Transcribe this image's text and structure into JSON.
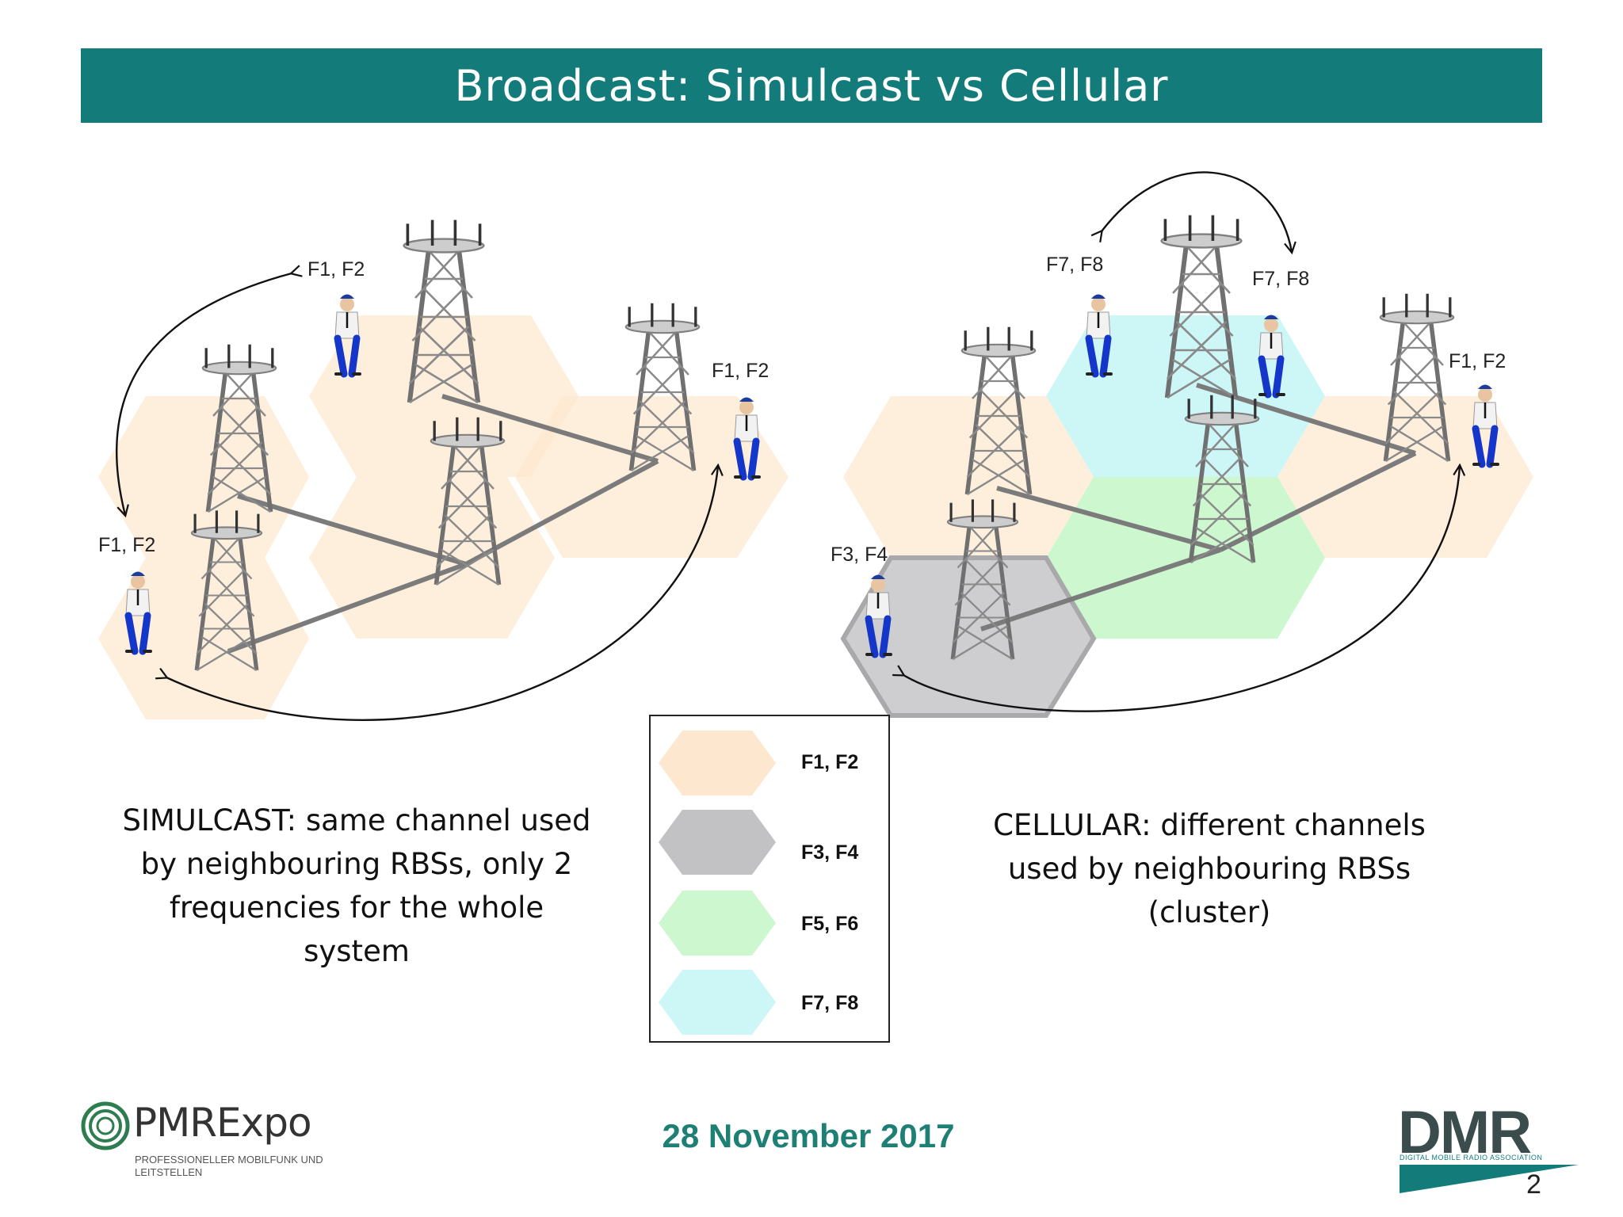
{
  "title": "Broadcast: Simulcast vs Cellular",
  "left_diagram": {
    "labels": [
      "F1, F2",
      "F1, F2",
      "F1, F2"
    ],
    "caption_lines": [
      "SIMULCAST: same channel used",
      "by neighbouring RBSs, only 2",
      "frequencies for the whole",
      "system"
    ]
  },
  "right_diagram": {
    "labels": [
      "F7, F8",
      "F7, F8",
      "F1, F2",
      "F3, F4"
    ],
    "caption_lines": [
      "CELLULAR: different channels",
      "used by neighbouring RBSs",
      "(cluster)"
    ]
  },
  "legend": [
    {
      "label": "F1, F2",
      "color": "#fde8cf"
    },
    {
      "label": "F3, F4",
      "color": "#c2c2c4"
    },
    {
      "label": "F5, F6",
      "color": "#cdf7cf"
    },
    {
      "label": "F7, F8",
      "color": "#cdf6f7"
    }
  ],
  "footer": {
    "date": "28 November 2017",
    "pmr_logo": "PMRExpo",
    "pmr_subtitle": "PROFESSIONELLER MOBILFUNK UND LEITSTELLEN",
    "dmr_logo": "DMR",
    "dmr_subtitle": "DIGITAL MOBILE RADIO ASSOCIATION",
    "page_number": "2"
  },
  "colors": {
    "title_bar": "#137c7b",
    "date_text": "#1e7f74",
    "f1f2_cell": "#fde8cf",
    "f3f4_cell": "#c2c2c4",
    "f5f6_cell": "#cdf7cf",
    "f7f8_cell": "#cdf6f7"
  }
}
